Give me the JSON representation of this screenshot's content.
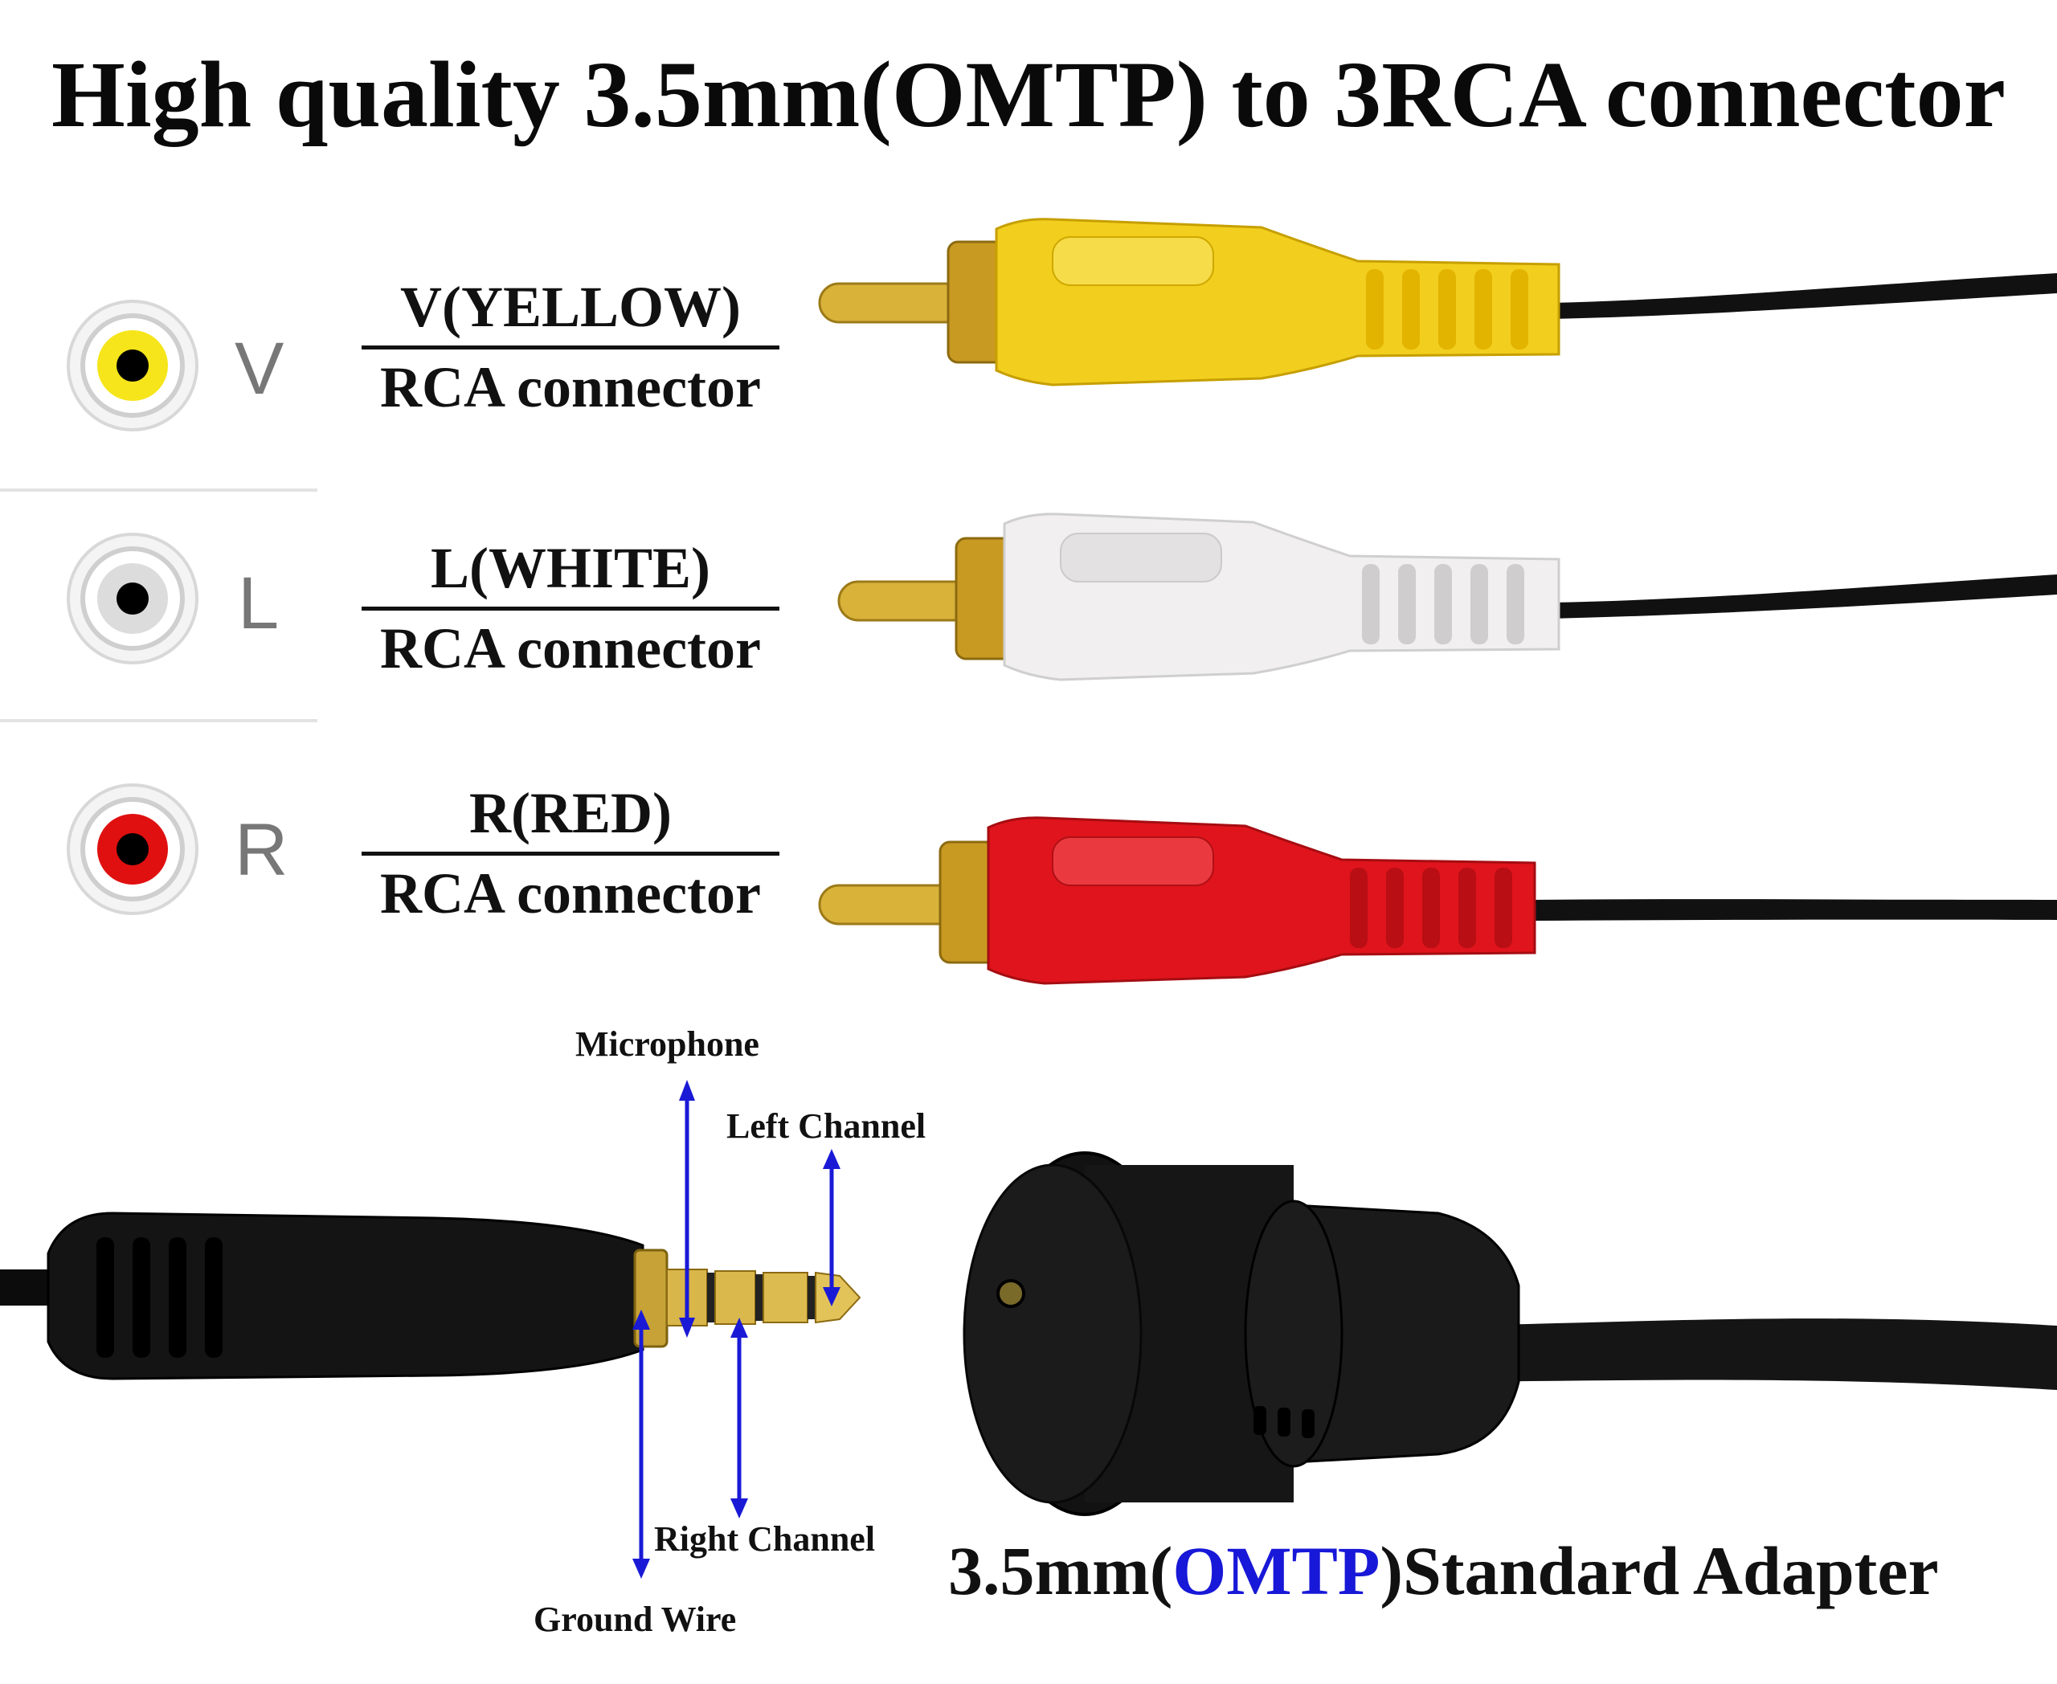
{
  "title": "High quality 3.5mm(OMTP) to 3RCA connector",
  "channels": [
    {
      "letter": "V",
      "label_top": "V(YELLOW)",
      "label_bottom": "RCA connector",
      "color": "#f2d21b"
    },
    {
      "letter": "L",
      "label_top": "L(WHITE)",
      "label_bottom": "RCA connector",
      "color": "#efefef"
    },
    {
      "letter": "R",
      "label_top": "R(RED)",
      "label_bottom": "RCA connector",
      "color": "#e0141c"
    }
  ],
  "plug_annotations": {
    "microphone": "Microphone",
    "left_channel": "Left Channel",
    "right_channel": "Right Channel",
    "ground_wire": "Ground Wire",
    "arrow_color": "#1a1ad6"
  },
  "caption": {
    "prefix": "3.5mm(",
    "accent": "OMTP",
    "suffix": ")Standard Adapter",
    "accent_color": "#1818d8"
  },
  "icons": [
    "rca-jack-icon",
    "rca-plug-icon",
    "trrs-plug-icon",
    "panel-mount-socket-icon"
  ]
}
